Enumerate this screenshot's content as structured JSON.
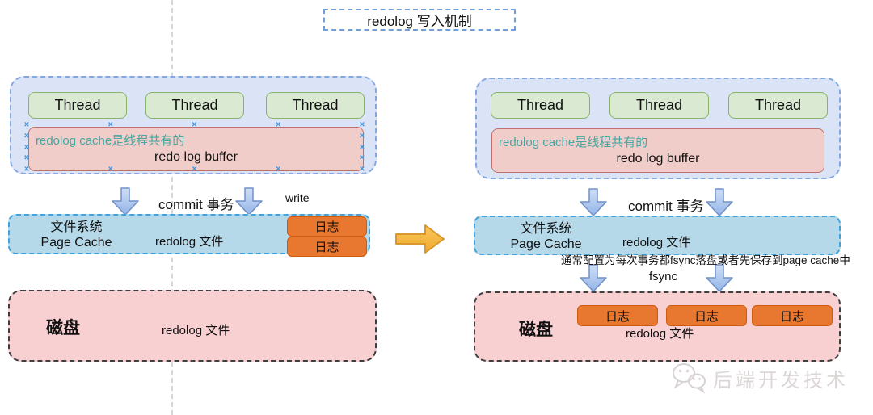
{
  "title": "redolog 写入机制",
  "colors": {
    "container_fill": "#dbe4f6",
    "container_border": "#85a7e0",
    "thread_fill": "#d9e9d2",
    "thread_border": "#86b469",
    "buffer_fill": "#f1cdc9",
    "buffer_border": "#c4706a",
    "buffer_note_text": "#45a7a3",
    "down_arrow_fill": "#a9c6ee",
    "page_cache_fill": "#b6d9ea",
    "page_cache_border": "#42a3dc",
    "log_fill": "#e8772f",
    "log_border": "#cd5b11",
    "disk_fill": "#f8d0d2",
    "disk_border": "#3f3f3f",
    "transition_arrow_fill": "#f6b747"
  },
  "left": {
    "threads": [
      "Thread",
      "Thread",
      "Thread"
    ],
    "buffer_note": "redolog cache是线程共有的",
    "buffer_label": "redo log buffer",
    "commit_label": "commit 事务",
    "write_label": "write",
    "fs_line1": "文件系统",
    "fs_line2": "Page Cache",
    "file_label": "redolog 文件",
    "logs": [
      "日志",
      "日志"
    ],
    "disk_label": "磁盘",
    "disk_file_label": "redolog 文件"
  },
  "right": {
    "threads": [
      "Thread",
      "Thread",
      "Thread"
    ],
    "buffer_note": "redolog cache是线程共有的",
    "buffer_label": "redo log buffer",
    "commit_label": "commit 事务",
    "fs_line1": "文件系统",
    "fs_line2": "Page Cache",
    "file_label": "redolog 文件",
    "fsync_note": "通常配置为每次事务都fsync落盘或者先保存到page cache中",
    "fsync_label": "fsync",
    "logs": [
      "日志",
      "日志",
      "日志"
    ],
    "disk_label": "磁盘",
    "disk_file_label": "redolog 文件"
  },
  "watermark": {
    "label": "后端开发技术"
  }
}
